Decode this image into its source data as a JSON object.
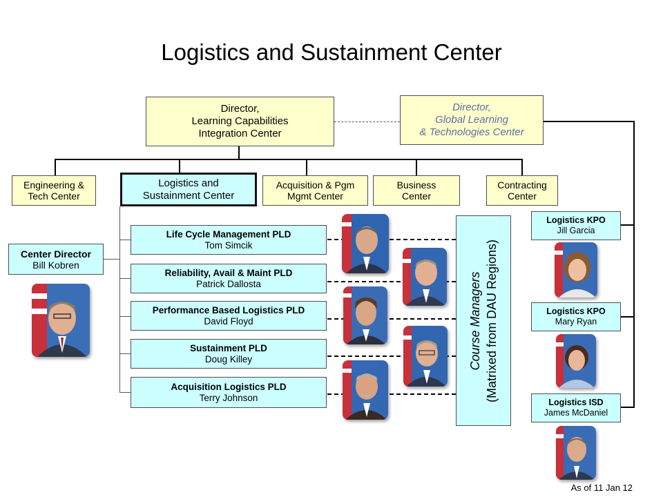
{
  "title": "Logistics and Sustainment Center",
  "director_lcic": [
    "Director,",
    "Learning Capabilities",
    "Integration Center"
  ],
  "director_gltc": [
    "Director,",
    "Global Learning",
    "& Technologies Center"
  ],
  "centers": {
    "engineering": [
      "Engineering &",
      "Tech Center"
    ],
    "logistics": [
      "Logistics and",
      "Sustainment Center"
    ],
    "acquisition": [
      "Acquisition & Pgm",
      "Mgmt Center"
    ],
    "business": [
      "Business",
      "Center"
    ],
    "contracting": [
      "Contracting",
      "Center"
    ]
  },
  "center_director": {
    "role": "Center Director",
    "name": "Bill Kobren"
  },
  "plds": [
    {
      "role": "Life Cycle Management PLD",
      "name": "Tom Simcik"
    },
    {
      "role": "Reliability, Avail & Maint PLD",
      "name": "Patrick Dallosta"
    },
    {
      "role": "Performance Based Logistics PLD",
      "name": "David Floyd"
    },
    {
      "role": "Sustainment PLD",
      "name": "Doug Killey"
    },
    {
      "role": "Acquisition Logistics PLD",
      "name": "Terry Johnson"
    }
  ],
  "course_managers": {
    "line1": "Course Managers",
    "line2": "(Matrixed from DAU Regions)"
  },
  "right_staff": [
    {
      "role": "Logistics KPO",
      "name": "Jill Garcia"
    },
    {
      "role": "Logistics KPO",
      "name": "Mary Ryan"
    },
    {
      "role": "Logistics ISD",
      "name": "James McDaniel"
    }
  ],
  "as_of": "As of 11 Jan 12",
  "colors": {
    "yellow_box": "#ffffcc",
    "cyan_box": "#ccffff",
    "gltc_text": "#5d6fa0"
  }
}
